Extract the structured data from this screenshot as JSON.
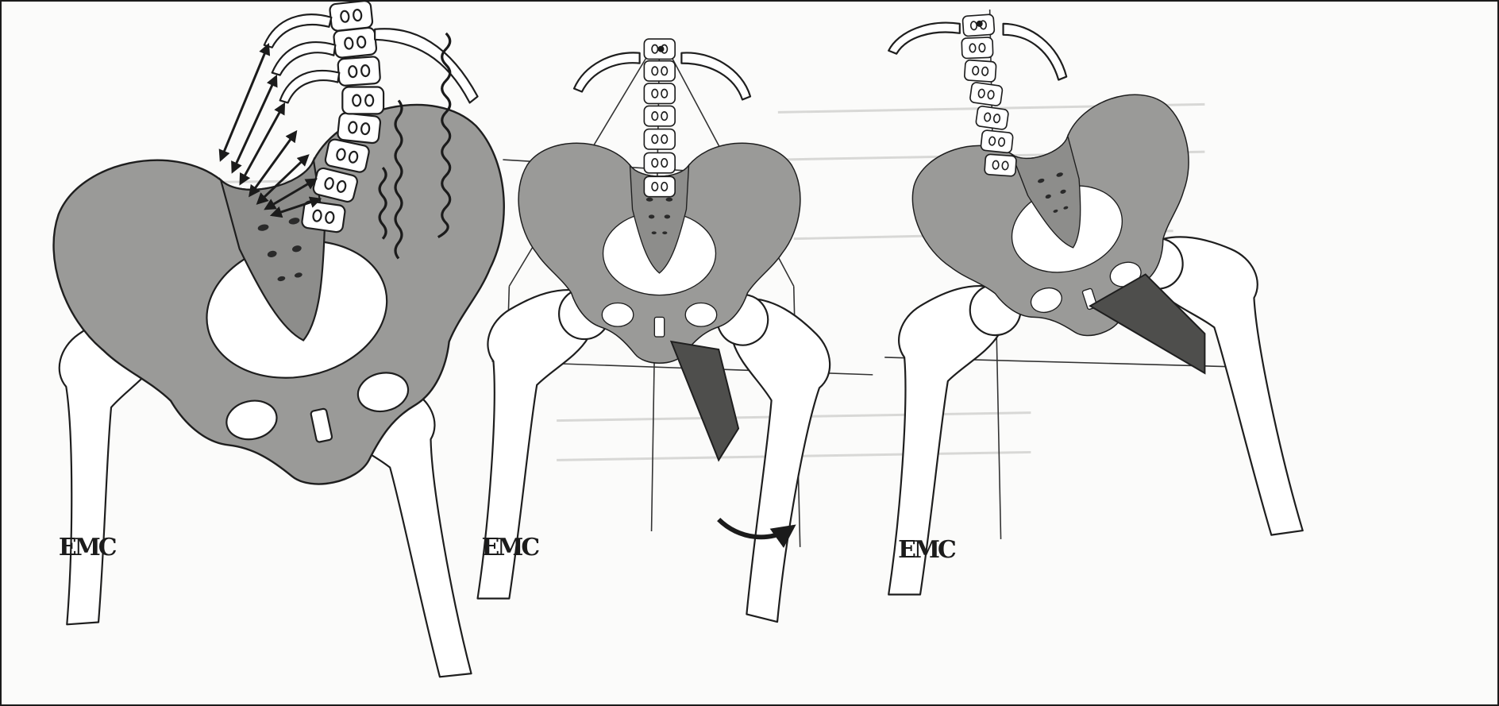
{
  "figure": {
    "panels": [
      {
        "id": "spinal-tilt",
        "signature": "EMC"
      },
      {
        "id": "neutral-pelvis",
        "signature": "EMC"
      },
      {
        "id": "lateral-pelvic-tilt",
        "signature": "EMC"
      }
    ]
  },
  "colors": {
    "bone_fill": "#ffffff",
    "pelvis_fill": "#9a9a98",
    "muscle_fill": "#4e4e4c",
    "outline": "#1e1e1e",
    "page": "#fbfbfa"
  }
}
